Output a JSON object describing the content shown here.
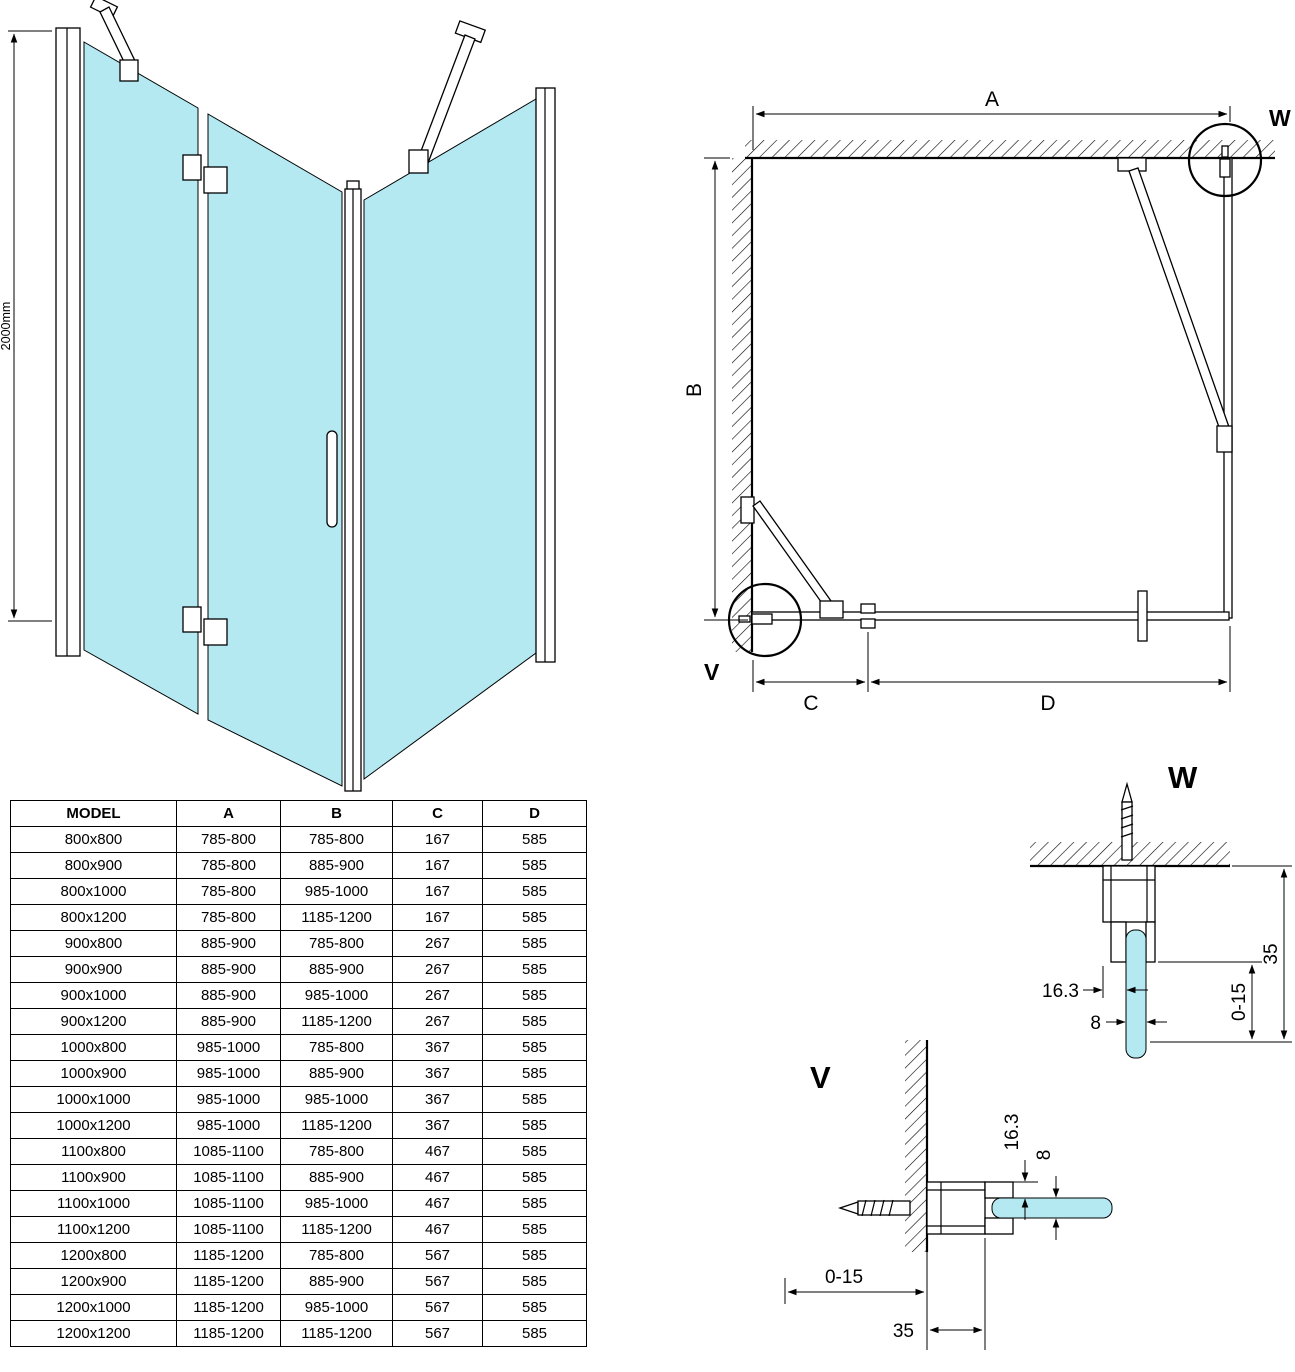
{
  "colors": {
    "glass": "#b4e9f2",
    "line": "#000000"
  },
  "iso_view": {
    "height_dim": "2000mm"
  },
  "plan_view": {
    "dim_a": "A",
    "dim_b": "B",
    "dim_c": "C",
    "dim_d": "D",
    "detail_w_label": "W",
    "detail_v_label": "V"
  },
  "detail_w": {
    "title": "W",
    "dim_163": "16.3",
    "dim_8": "8",
    "dim_015": "0-15",
    "dim_35": "35"
  },
  "detail_v": {
    "title": "V",
    "dim_163": "16.3",
    "dim_8": "8",
    "dim_015": "0-15",
    "dim_35": "35"
  },
  "table": {
    "headers": [
      "MODEL",
      "A",
      "B",
      "C",
      "D"
    ],
    "rows": [
      [
        "800x800",
        "785-800",
        "785-800",
        "167",
        "585"
      ],
      [
        "800x900",
        "785-800",
        "885-900",
        "167",
        "585"
      ],
      [
        "800x1000",
        "785-800",
        "985-1000",
        "167",
        "585"
      ],
      [
        "800x1200",
        "785-800",
        "1185-1200",
        "167",
        "585"
      ],
      [
        "900x800",
        "885-900",
        "785-800",
        "267",
        "585"
      ],
      [
        "900x900",
        "885-900",
        "885-900",
        "267",
        "585"
      ],
      [
        "900x1000",
        "885-900",
        "985-1000",
        "267",
        "585"
      ],
      [
        "900x1200",
        "885-900",
        "1185-1200",
        "267",
        "585"
      ],
      [
        "1000x800",
        "985-1000",
        "785-800",
        "367",
        "585"
      ],
      [
        "1000x900",
        "985-1000",
        "885-900",
        "367",
        "585"
      ],
      [
        "1000x1000",
        "985-1000",
        "985-1000",
        "367",
        "585"
      ],
      [
        "1000x1200",
        "985-1000",
        "1185-1200",
        "367",
        "585"
      ],
      [
        "1100x800",
        "1085-1100",
        "785-800",
        "467",
        "585"
      ],
      [
        "1100x900",
        "1085-1100",
        "885-900",
        "467",
        "585"
      ],
      [
        "1100x1000",
        "1085-1100",
        "985-1000",
        "467",
        "585"
      ],
      [
        "1100x1200",
        "1085-1100",
        "1185-1200",
        "467",
        "585"
      ],
      [
        "1200x800",
        "1185-1200",
        "785-800",
        "567",
        "585"
      ],
      [
        "1200x900",
        "1185-1200",
        "885-900",
        "567",
        "585"
      ],
      [
        "1200x1000",
        "1185-1200",
        "985-1000",
        "567",
        "585"
      ],
      [
        "1200x1200",
        "1185-1200",
        "1185-1200",
        "567",
        "585"
      ]
    ]
  }
}
